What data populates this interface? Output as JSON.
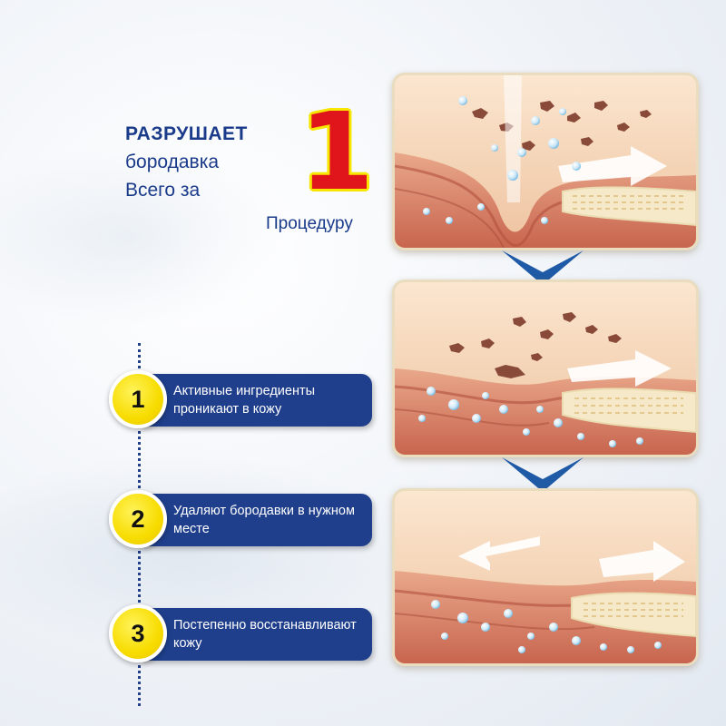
{
  "headline": {
    "line1": "РАЗРУШАЕТ",
    "line2": "бородавка",
    "line3": "Всего за",
    "number": "1",
    "unit": "Процедуру"
  },
  "steps": [
    {
      "number": "1",
      "text": "Активные ингредиенты проникают в кожу"
    },
    {
      "number": "2",
      "text": "Удаляют бородавки в нужном месте"
    },
    {
      "number": "3",
      "text": "Постепенно восстанавливают кожу"
    }
  ],
  "colors": {
    "accent": "#1f3f8c",
    "highlight_number": "#e0151b",
    "badge": "#f7dc00"
  }
}
